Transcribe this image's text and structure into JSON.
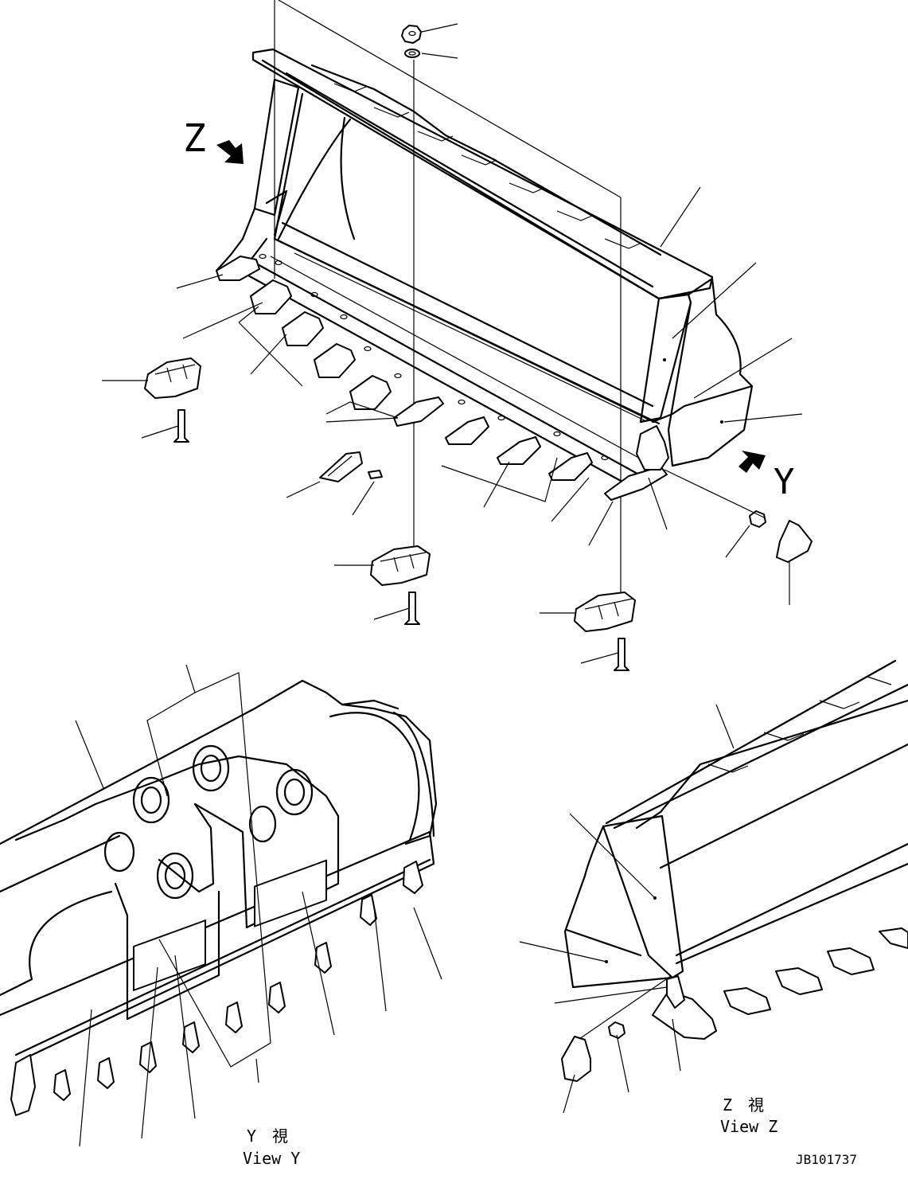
{
  "drawing_id": "JB101737",
  "main_view": {
    "arrow_z_label": "Z",
    "arrow_y_label": "Y"
  },
  "view_y": {
    "label_jp": "Y　視",
    "label_en": "View Y"
  },
  "view_z": {
    "label_jp": "Z　視",
    "label_en": "View Z"
  }
}
